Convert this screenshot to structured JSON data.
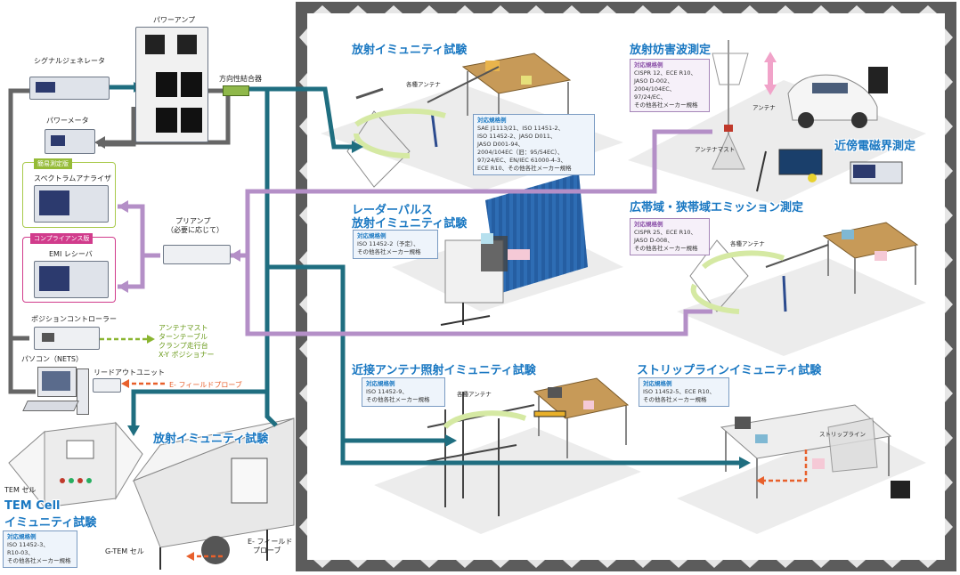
{
  "equipment": {
    "signal_generator": "シグナルジェネレータ",
    "power_amp": "パワーアンプ",
    "directional_coupler": "方向性結合器",
    "power_meter": "パワーメータ",
    "simple_group": "簡易測定版",
    "spectrum_analyzer": "スペクトラムアナライザ",
    "compliance_group": "コンプライアンス版",
    "emi_receiver": "EMI レシーバ",
    "preamp": "プリアンプ",
    "preamp_note": "（必要に応じて）",
    "position_controller": "ポジションコントローラー",
    "pc": "パソコン（NETS）",
    "readout_unit": "リードアウトユニット",
    "e_field_probe_link": "E- フィールドプローブ",
    "controlled": [
      "アンテナマスト",
      "ターンテーブル",
      "クランプ走行台",
      "X-Y ポジショナー"
    ]
  },
  "sections": {
    "radiated_immunity": {
      "title": "放射イミュニティ試験",
      "antenna": "各種アンテナ",
      "std_head": "対応規格例",
      "standards": [
        "SAE J1113/21、ISO 11451-2、",
        "ISO 11452-2、JASO D011、",
        "JASO D001-94、",
        "2004/104EC（旧：95/54EC）、",
        "97/24/EC、EN/IEC 61000-4-3、",
        "ECE R10、その他各社メーカー規格"
      ]
    },
    "radiated_emission": {
      "title": "放射妨害波測定",
      "std_head": "対応規格例",
      "standards": [
        "CISPR 12、ECE R10、",
        "JASO D-002、",
        "2004/104EC、",
        "97/24/EC、",
        "その他各社メーカー規格"
      ],
      "antenna": "アンテナ",
      "mast": "アンテナマスト"
    },
    "near_field": {
      "title": "近傍電磁界測定"
    },
    "radar_pulse": {
      "title_1": "レーダーパルス",
      "title_2": "放射イミュニティ試験",
      "std_head": "対応規格例",
      "standards": [
        "ISO 11452-2（予定）、",
        "その他各社メーカー規格"
      ]
    },
    "wideband_emission": {
      "title": "広帯域・狭帯域エミッション測定",
      "std_head": "対応規格例",
      "standards": [
        "CISPR 25、ECE R10、",
        "JASO D-008、",
        "その他各社メーカー規格"
      ],
      "antenna": "各種アンテナ"
    },
    "proximity_antenna": {
      "title": "近接アンテナ照射イミュニティ試験",
      "std_head": "対応規格例",
      "standards": [
        "ISO 11452-9、",
        "その他各社メーカー規格"
      ],
      "antenna": "各種アンテナ"
    },
    "stripline": {
      "title": "ストリップラインイミュニティ試験",
      "std_head": "対応規格例",
      "standards": [
        "ISO 11452-5、ECE R10、",
        "その他各社メーカー規格"
      ],
      "line": "ストリップライン"
    },
    "gtem": {
      "title": "放射イミュニティ試験",
      "cell": "G-TEM セル",
      "probe_1": "E- フィールド",
      "probe_2": "プローブ"
    },
    "tem": {
      "cell": "TEM セル",
      "title_1": "TEM Cell",
      "title_2": "イミュニティ試験",
      "std_head": "対応規格例",
      "standards": [
        "ISO 11452-3、",
        "R10-03、",
        "その他各社メーカー規格"
      ]
    }
  },
  "colors": {
    "teal": "#1f6e80",
    "purple": "#b48fc7",
    "gray": "#666666",
    "orange": "#e8602c",
    "green": "#8ab530",
    "pink": "#d13c8c",
    "title_blue": "#1a78c2"
  }
}
